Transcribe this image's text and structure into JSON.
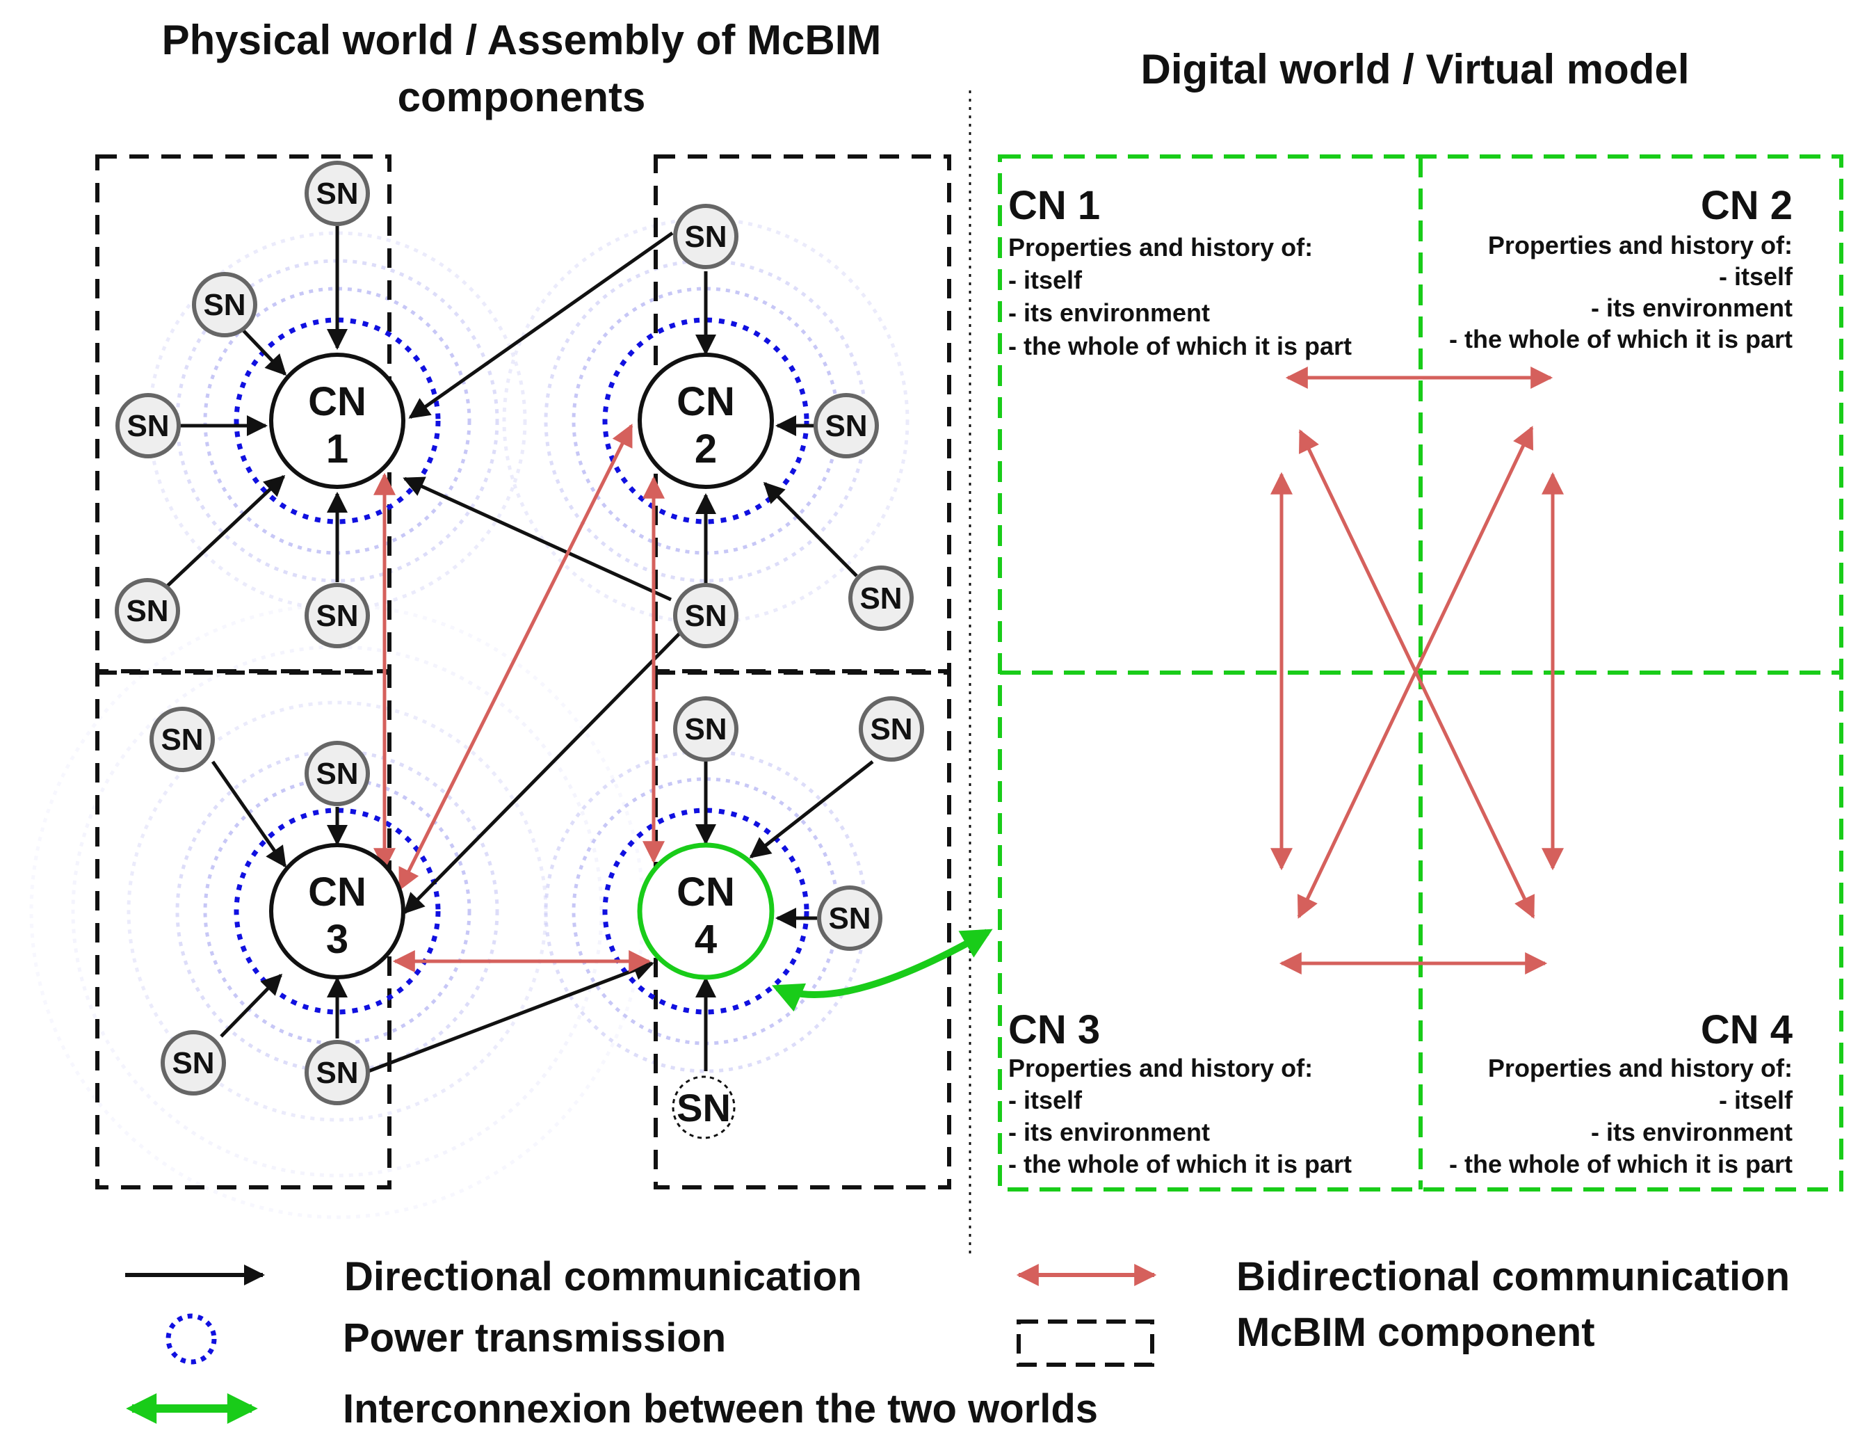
{
  "titles": {
    "physical_line1": "Physical world / Assembly of McBIM",
    "physical_line2": "components",
    "digital": "Digital world / Virtual model"
  },
  "colors": {
    "directional": "#111111",
    "bidirectional": "#d5605c",
    "power": "#1010e0",
    "power_halo": "#9a9aee",
    "interconnexion": "#19cc19",
    "component_border": "#111111",
    "sn_fill": "#eeeeee",
    "sn_stroke": "#666666"
  },
  "physical": {
    "central_nodes": [
      {
        "id": "cn1",
        "line1": "CN",
        "line2": "1"
      },
      {
        "id": "cn2",
        "line1": "CN",
        "line2": "2"
      },
      {
        "id": "cn3",
        "line1": "CN",
        "line2": "3"
      },
      {
        "id": "cn4",
        "line1": "CN",
        "line2": "4",
        "highlight": true
      }
    ],
    "sensor_label": "SN"
  },
  "virtual": {
    "cells": [
      {
        "id": "cn1",
        "title": "CN 1",
        "lines": [
          "Properties and history of:",
          "- itself",
          "- its environment",
          "- the whole of which it is part"
        ]
      },
      {
        "id": "cn2",
        "title": "CN 2",
        "lines": [
          "Properties and history of:",
          "- itself",
          "- its environment",
          "- the whole of which it is part"
        ]
      },
      {
        "id": "cn3",
        "title": "CN 3",
        "lines": [
          "Properties and history of:",
          "- itself",
          "- its environment",
          "- the whole of which it is part"
        ]
      },
      {
        "id": "cn4",
        "title": "CN 4",
        "lines": [
          "Properties and history of:",
          "- itself",
          "- its environment",
          "- the whole of which it is part"
        ]
      }
    ]
  },
  "legend": {
    "directional": "Directional communication",
    "bidirectional": "Bidirectional communication",
    "power": "Power transmission",
    "component": "McBIM component",
    "interconnexion": "Interconnexion between the two worlds"
  }
}
